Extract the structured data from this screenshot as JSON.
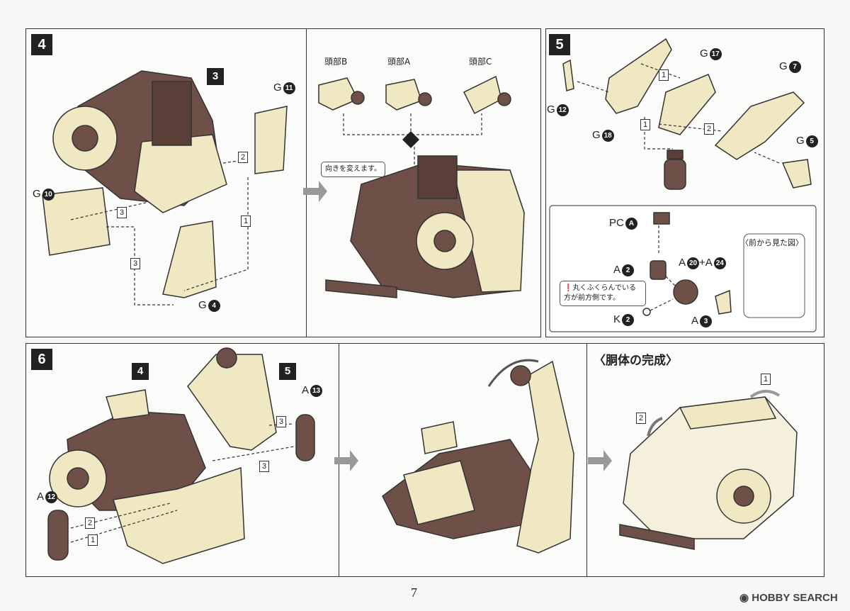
{
  "steps": {
    "s4": "4",
    "s5": "5",
    "s6": "6",
    "ref3": "3",
    "ref4": "4",
    "ref5": "5"
  },
  "labels": {
    "g11": "G",
    "g11n": "11",
    "g10": "G",
    "g10n": "10",
    "g4": "G",
    "g4n": "4",
    "headB": "頭部B",
    "headA": "頭部A",
    "headC": "頭部C",
    "turnNote": "向きを変えます。",
    "g17": "G",
    "g17n": "17",
    "g7": "G",
    "g7n": "7",
    "g12": "G",
    "g12n": "12",
    "g18": "G",
    "g18n": "18",
    "g5": "G",
    "g5n": "5",
    "pcA": "PC",
    "pcAn": "A",
    "a2": "A",
    "a2n": "2",
    "a20": "A",
    "a20n": "20",
    "plusA": "+A",
    "a24n": "24",
    "frontView": "〈前から見た図〉",
    "roundNote": "丸くふくらんでいる方が前方側です。",
    "k2": "K",
    "k2n": "2",
    "a3": "A",
    "a3n": "3",
    "a13": "A",
    "a13n": "13",
    "a12": "A",
    "a12n": "12",
    "torsoDone": "〈胴体の完成〉"
  },
  "order": [
    "1",
    "2",
    "3"
  ],
  "page_number": "7",
  "watermark": "HOBBY SEARCH",
  "colors": {
    "cream": "#efe8c2",
    "brown": "#6e5048",
    "dark": "#222222"
  }
}
